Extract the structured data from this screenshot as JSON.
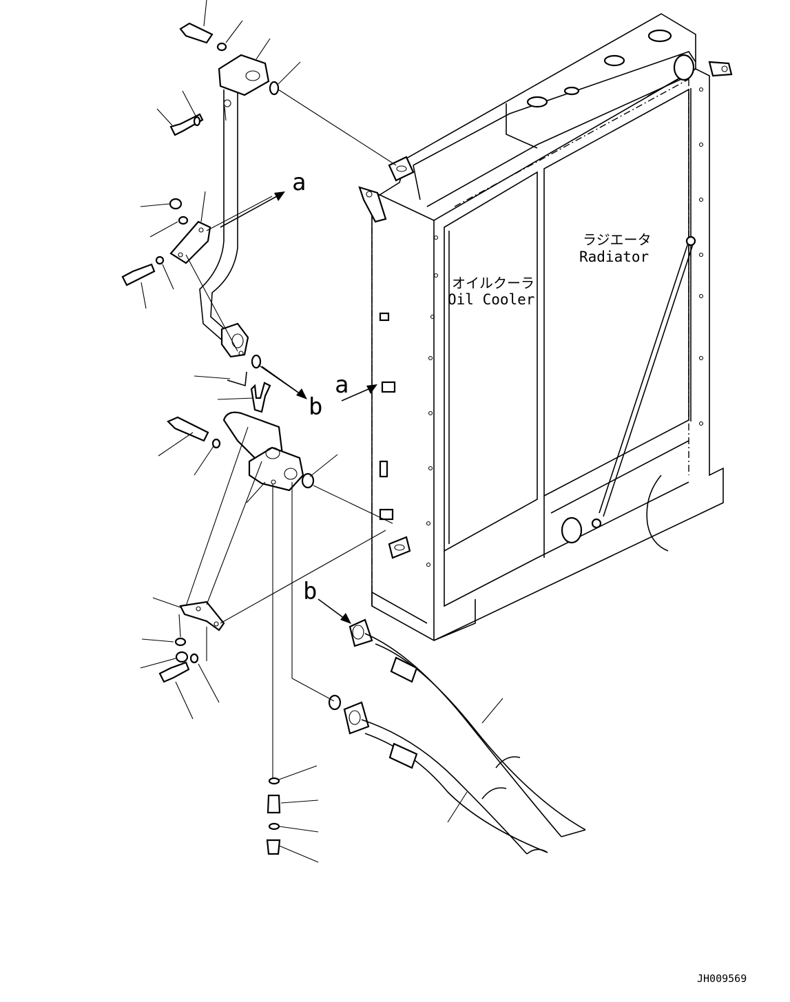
{
  "diagram": {
    "oil_cooler_label_jp": "オイルクーラ",
    "oil_cooler_label_en": "Oil Cooler",
    "radiator_label_jp": "ラジエータ",
    "radiator_label_en": "Radiator",
    "connection_a": "a",
    "connection_b": "b",
    "drawing_number": "JH009569"
  }
}
